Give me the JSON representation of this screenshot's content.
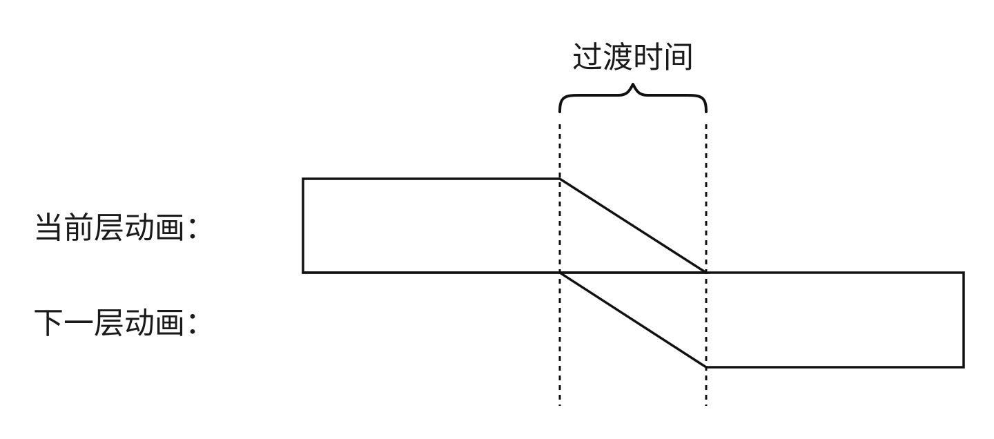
{
  "transition_label": "过渡时间",
  "layers": [
    {
      "label": "当前层动画："
    },
    {
      "label": "下一层动画："
    }
  ]
}
